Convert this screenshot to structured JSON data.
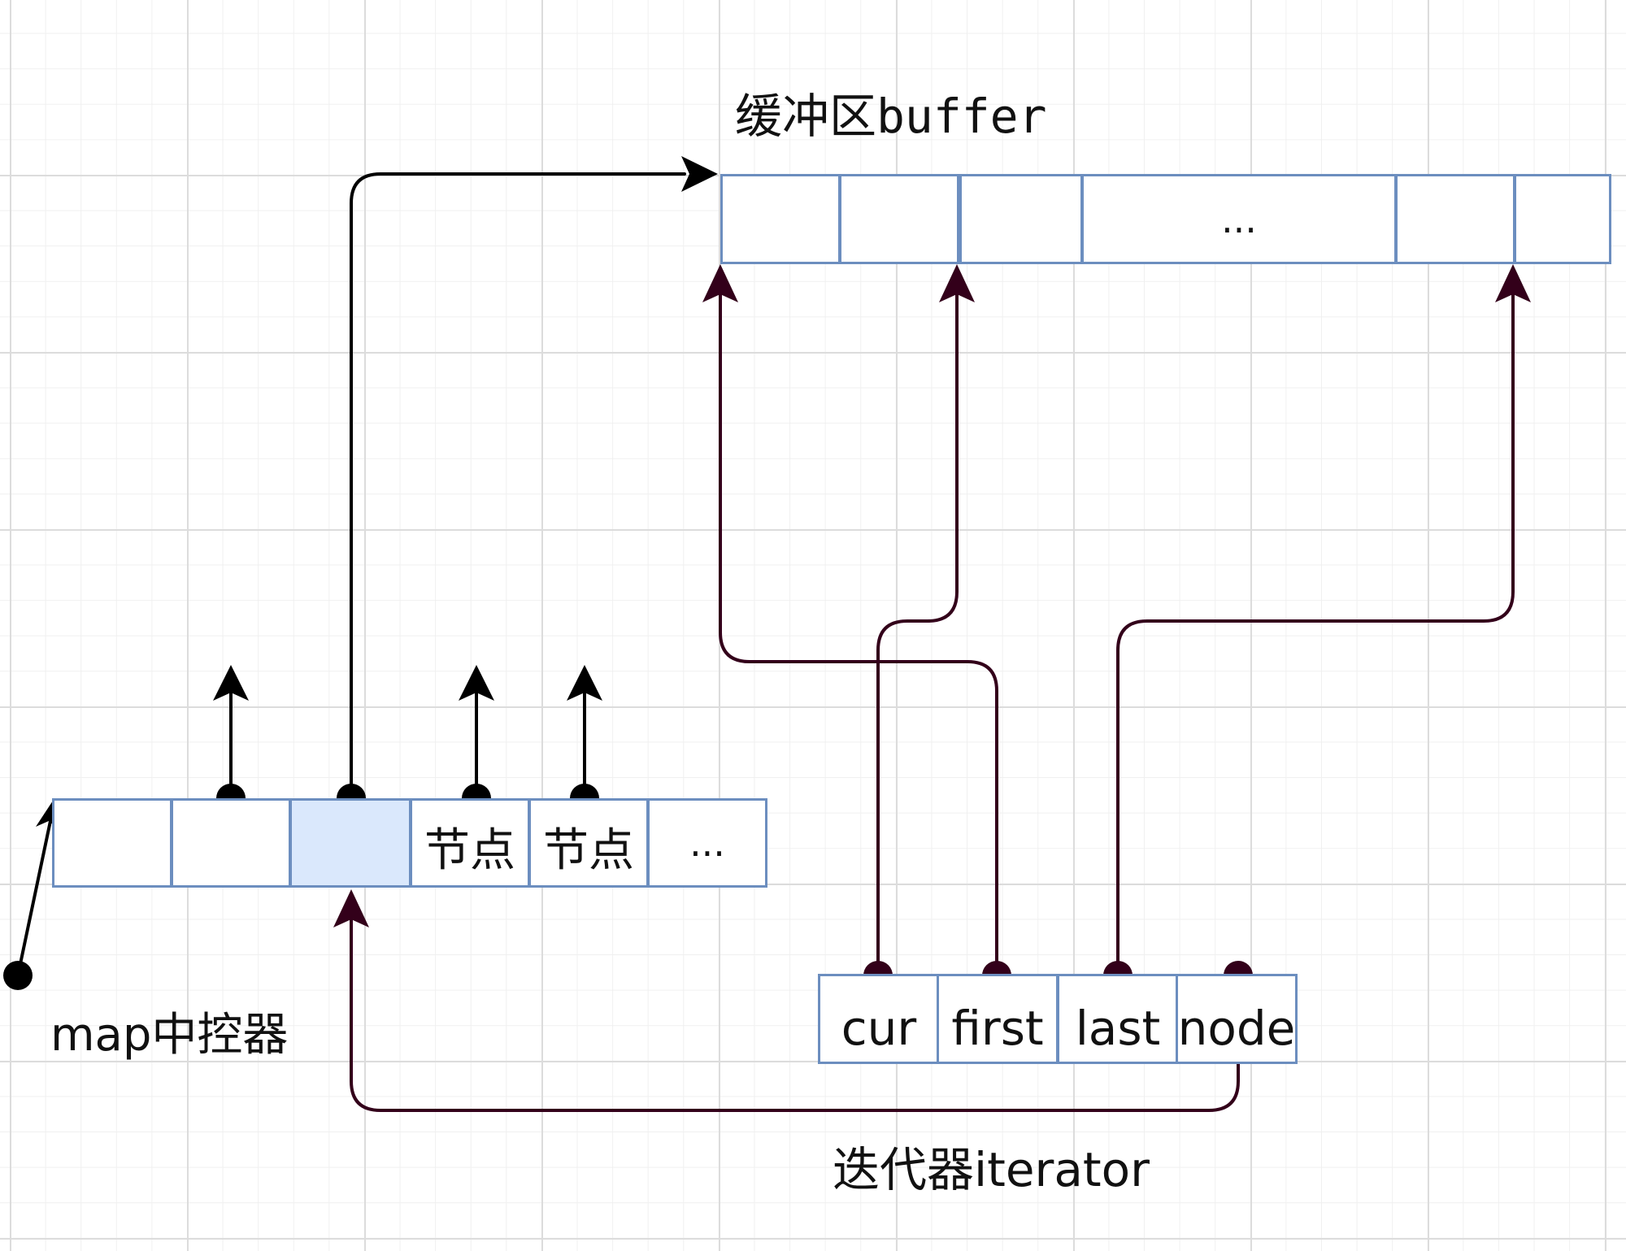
{
  "buffer": {
    "title": "缓冲区buffer",
    "cells": [
      "",
      "",
      "",
      "...",
      "",
      ""
    ]
  },
  "map": {
    "title": "map中控器",
    "cells": [
      "",
      "",
      "",
      "节点",
      "节点",
      "..."
    ],
    "highlight_color": "#dae8fc"
  },
  "iterator": {
    "title": "迭代器iterator",
    "fields": [
      "cur",
      "first",
      "last",
      "node"
    ]
  },
  "colors": {
    "cell_border": "#6c8ebf",
    "arrow_black": "#000000",
    "arrow_brown": "#33001a"
  }
}
